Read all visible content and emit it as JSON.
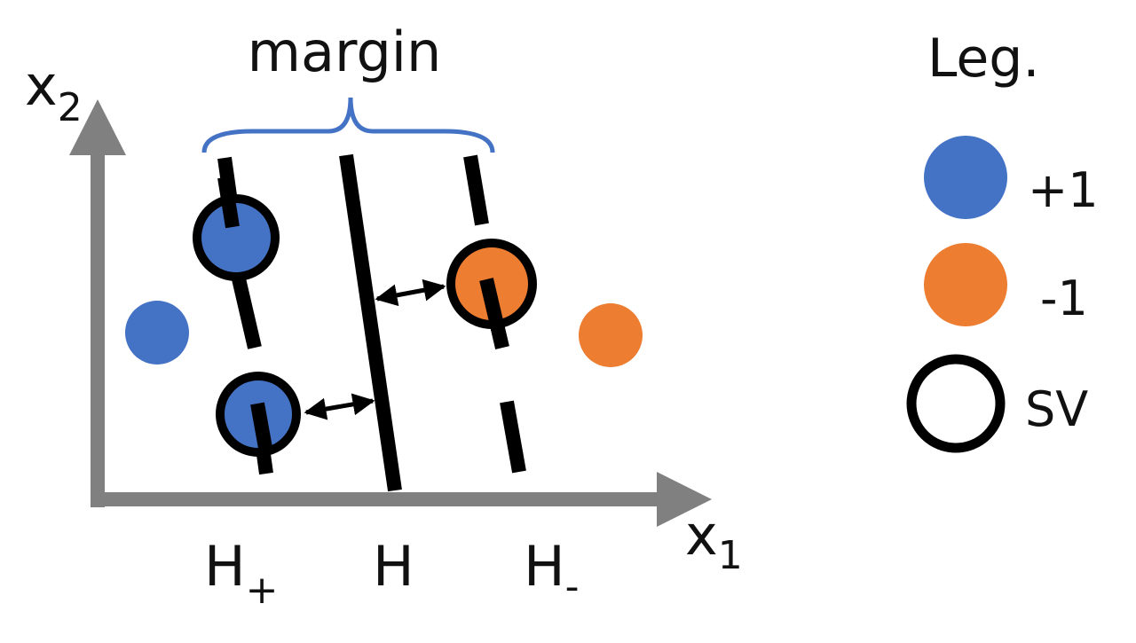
{
  "colors": {
    "positive": "#4472c4",
    "negative": "#ed7d31",
    "axis": "#808080",
    "line": "#000000",
    "brace": "#4472c4"
  },
  "labels": {
    "margin": "margin",
    "x2_main": "x",
    "x2_sub": "2",
    "x1_main": "x",
    "x1_sub": "1",
    "h_plus_main": "H",
    "h_plus_sub": "+",
    "h_main": "H",
    "h_minus_main": "H",
    "h_minus_sub": "-"
  },
  "legend": {
    "title": "Leg.",
    "items": [
      {
        "label": "+1",
        "symbol": "filled-circle-blue"
      },
      {
        "label": "-1",
        "symbol": "filled-circle-orange"
      },
      {
        "label": "SV",
        "symbol": "open-circle-black"
      }
    ]
  },
  "points": [
    {
      "class": "+1",
      "support_vector": true
    },
    {
      "class": "+1",
      "support_vector": true
    },
    {
      "class": "+1",
      "support_vector": false
    },
    {
      "class": "-1",
      "support_vector": true
    },
    {
      "class": "-1",
      "support_vector": false
    }
  ]
}
